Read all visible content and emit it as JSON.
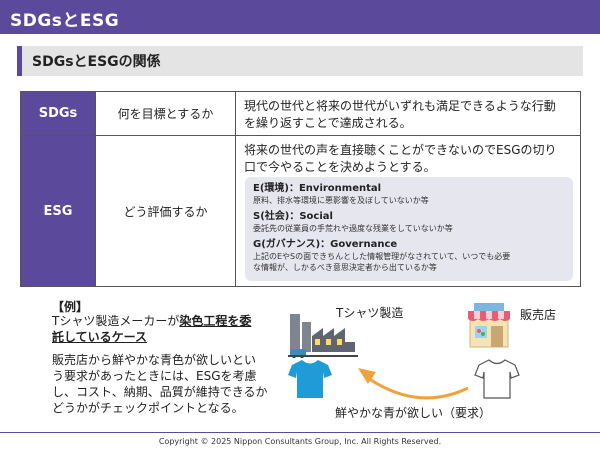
{
  "header": {
    "title": "SDGsとESG"
  },
  "section": {
    "title": "SDGsとESGの関係"
  },
  "table": {
    "rows": [
      {
        "term": "SDGs",
        "question": "何を目標とするか",
        "description_lines": [
          "現代の世代と将来の世代がいずれも満足できるような行動",
          "を繰り返すことで達成される。"
        ]
      },
      {
        "term": "ESG",
        "question": "どう評価するか",
        "description_lines": [
          "将来の世代の声を直接聴くことができないのでESGの切り",
          "口で今やることを決めようとする。"
        ],
        "items": [
          {
            "heading": "E(環境)：Environmental",
            "text_lines": [
              "原料、排水等環境に悪影響を及ぼしていないか等"
            ]
          },
          {
            "heading": "S(社会)：Social",
            "text_lines": [
              "委託先の従業員の手荒れや過度な残業をしていないか等"
            ]
          },
          {
            "heading": "G(ガバナンス)：Governance",
            "text_lines": [
              "上記のEやSの面できちんとした情報管理がなされていて、いつでも必要",
              "な情報が、しかるべき意思決定者から出ているか等"
            ]
          }
        ]
      }
    ]
  },
  "example": {
    "heading": "【例】",
    "case_prefix": "Tシャツ製造メーカーが",
    "case_highlight_1": "染色工程を委",
    "case_highlight_2": "託しているケース",
    "body_lines": [
      "販売店から鮮やかな青色が欲しいとい",
      "う要求があったときには、ESGを考慮",
      "し、コスト、納期、品質が維持できるか",
      "どうかがチェックポイントとなる。"
    ]
  },
  "illustration": {
    "factory_label": "Tシャツ製造",
    "shop_label": "販売店",
    "arrow_label": "鮮やかな青が欲しい（要求）",
    "icons": [
      "factory-icon",
      "blue-tshirt-icon",
      "shop-icon",
      "white-tshirt-icon"
    ],
    "colors": {
      "blue_tshirt": "#1f9bd7",
      "white_tshirt": "#ffffff",
      "arrow": "#f0a23a"
    }
  },
  "footer": {
    "copyright": "Copyright © 2025 Nippon Consultants Group, Inc. All Rights Reserved."
  },
  "colors": {
    "brand": "#5b4a9c",
    "section_bg": "#e4e4e4",
    "inner_box_bg": "#e6e6ee"
  }
}
